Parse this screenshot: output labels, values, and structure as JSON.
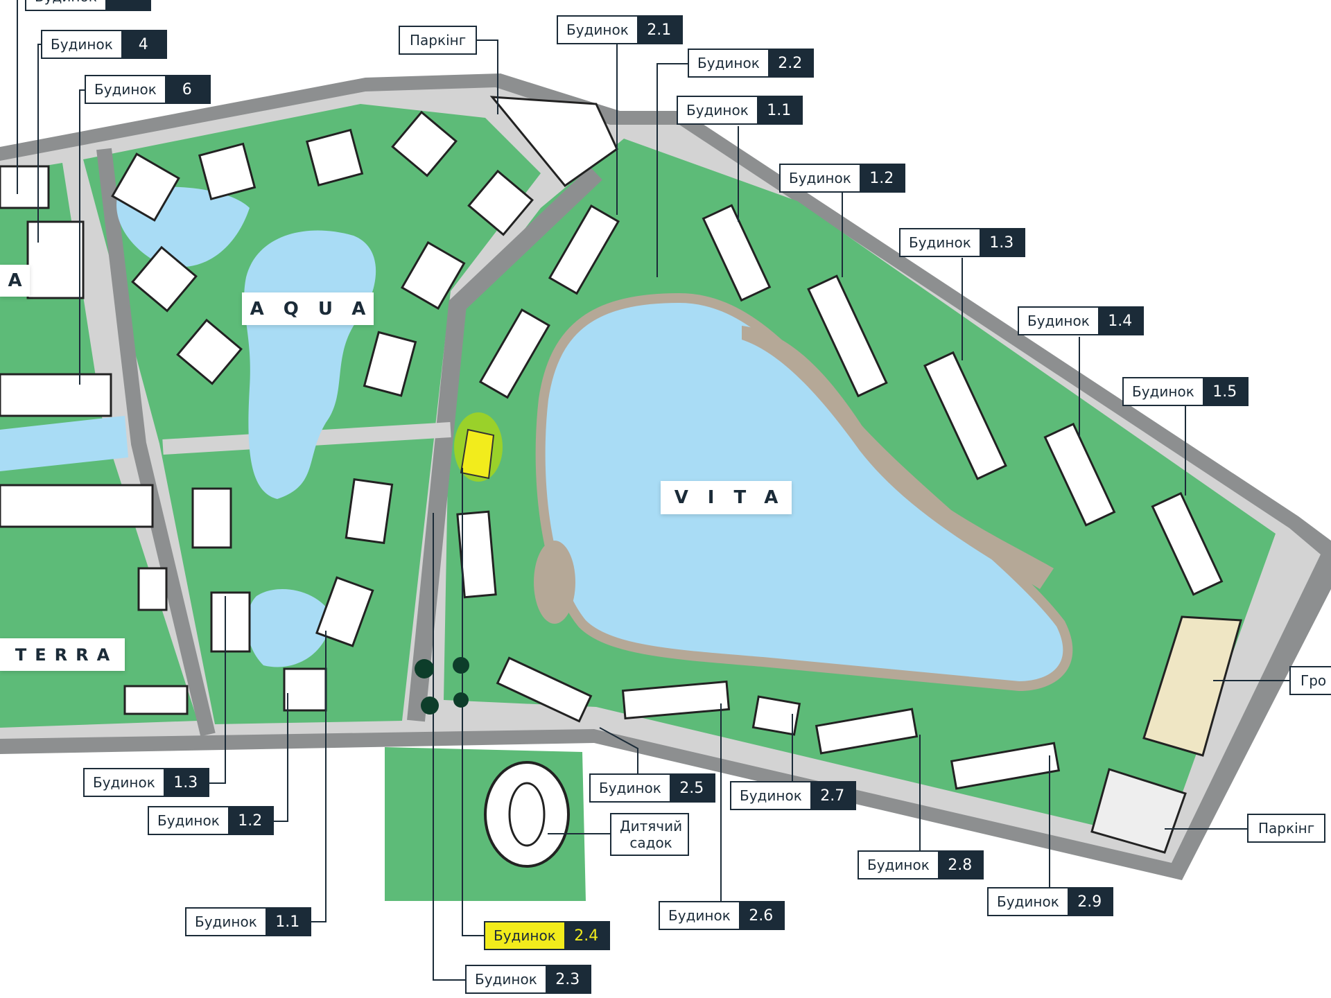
{
  "colors": {
    "green": "#5dbb78",
    "lake": "#a9dcf5",
    "road": "#8d8f90",
    "path": "#d3d3d3",
    "sand": "#b5a897",
    "label_dark": "#1b2b38",
    "highlight": "#f2ec1c",
    "commercial": "#efe6c4"
  },
  "zones": {
    "aqua": "AQUA",
    "vita": "VITA",
    "terra": "TERRA",
    "cut_left": "A"
  },
  "labels": {
    "top_cut": {
      "t": "Будинок",
      "n": ""
    },
    "b4": {
      "t": "Будинок",
      "n": "4"
    },
    "b6": {
      "t": "Будинок",
      "n": "6"
    },
    "parking_top": {
      "t": "Паркінг"
    },
    "b21": {
      "t": "Будинок",
      "n": "2.1"
    },
    "b22": {
      "t": "Будинок",
      "n": "2.2"
    },
    "b11r": {
      "t": "Будинок",
      "n": "1.1"
    },
    "b12r": {
      "t": "Будинок",
      "n": "1.2"
    },
    "b13r": {
      "t": "Будинок",
      "n": "1.3"
    },
    "b14": {
      "t": "Будинок",
      "n": "1.4"
    },
    "b15": {
      "t": "Будинок",
      "n": "1.5"
    },
    "gro": {
      "t": "Гро"
    },
    "parking_right": {
      "t": "Паркінг"
    },
    "b29": {
      "t": "Будинок",
      "n": "2.9"
    },
    "b28": {
      "t": "Будинок",
      "n": "2.8"
    },
    "b27": {
      "t": "Будинок",
      "n": "2.7"
    },
    "b26": {
      "t": "Будинок",
      "n": "2.6"
    },
    "kindergarten": {
      "t": "Дитячий садок"
    },
    "b25": {
      "t": "Будинок",
      "n": "2.5"
    },
    "b24": {
      "t": "Будинок",
      "n": "2.4"
    },
    "b23": {
      "t": "Будинок",
      "n": "2.3"
    },
    "b11l": {
      "t": "Будинок",
      "n": "1.1"
    },
    "b12l": {
      "t": "Будинок",
      "n": "1.2"
    },
    "b13l": {
      "t": "Будинок",
      "n": "1.3"
    }
  }
}
